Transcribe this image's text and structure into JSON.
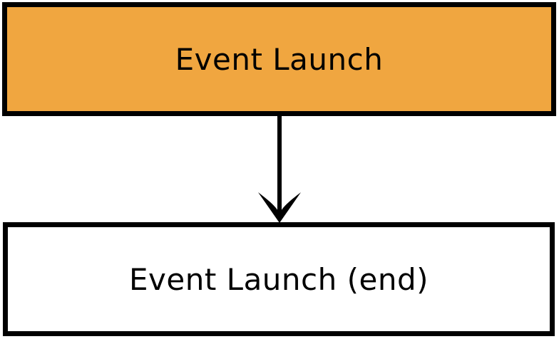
{
  "diagram": {
    "type": "flowchart",
    "direction": "top-down",
    "nodes": [
      {
        "id": "event-launch",
        "label": "Event Launch",
        "shape": "rectangle",
        "fill": "#F0A640",
        "border_color": "#000000",
        "text_color": "#000000"
      },
      {
        "id": "event-launch-end",
        "label": "Event Launch (end)",
        "shape": "rectangle",
        "fill": "#FFFFFF",
        "border_color": "#000000",
        "text_color": "#000000"
      }
    ],
    "edges": [
      {
        "from": "event-launch",
        "to": "event-launch-end",
        "style": "solid",
        "arrowhead": "vee-down",
        "color": "#000000"
      }
    ]
  },
  "colors": {
    "background": "#FFFFFF",
    "node_start_fill": "#F0A640",
    "node_end_fill": "#FFFFFF",
    "stroke": "#000000"
  }
}
